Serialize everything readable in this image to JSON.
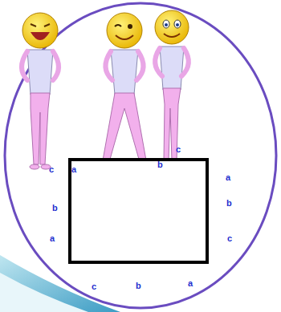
{
  "diagram": {
    "labels": [
      "a",
      "b",
      "c",
      "c",
      "b",
      "a",
      "a",
      "b",
      "c",
      "c",
      "b",
      "a"
    ]
  }
}
